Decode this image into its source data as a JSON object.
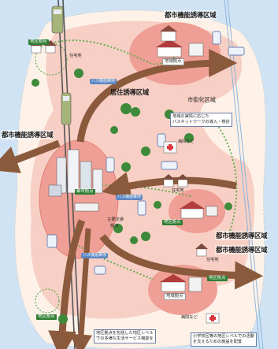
{
  "zones": {
    "urban_function_top": "都市機能誘導区域",
    "urban_function_left": "都市機能誘導区域",
    "urban_function_right_1": "都市機能誘導区域",
    "urban_function_right_2": "都市機能誘導区域",
    "residence": "居住誘導区域",
    "urbanization": "市街化区域"
  },
  "hubs": {
    "district_top": "地区拠点",
    "district_hub_top": "地域拠点",
    "district_mid": "地区拠点",
    "district_bottom_right": "地区拠点",
    "district_hub_bottom": "地域拠点",
    "district_bottom_left": "地区拠点",
    "city_hub": "都市拠点",
    "main_transport": [
      "主要交通",
      "拠点"
    ]
  },
  "labels": {
    "residential_top": "住宅地",
    "residential_mid": "住宅地",
    "residential_bottom": "住宅地",
    "hospital_mid": "病院など",
    "hospital_bottom": "病院など",
    "bus_route_top": "バス機能維持",
    "bus_route_mid": "バス機能維持",
    "bus_route_bottom": "バス機能維持"
  },
  "callouts": {
    "bus_network": [
      "地域の実情に応じた",
      "バスネットワークの導入・検討"
    ],
    "bottom_left": [
      "地区拠点を包括した地区レベル",
      "での多様な生活サービス機能を"
    ],
    "bottom_right": [
      "小学校区等の地区レベルでの活動",
      "を支えるための施設を配置"
    ]
  },
  "colors": {
    "background": "#cfe3f4",
    "urbanization_area": "#fdf1e8",
    "residence_area": "#f7cfc4",
    "urban_function_area": "#ef9f95",
    "arrow": "#8b5a3c",
    "bus_route_dots": "#5daa4b",
    "railway": "#555555"
  }
}
